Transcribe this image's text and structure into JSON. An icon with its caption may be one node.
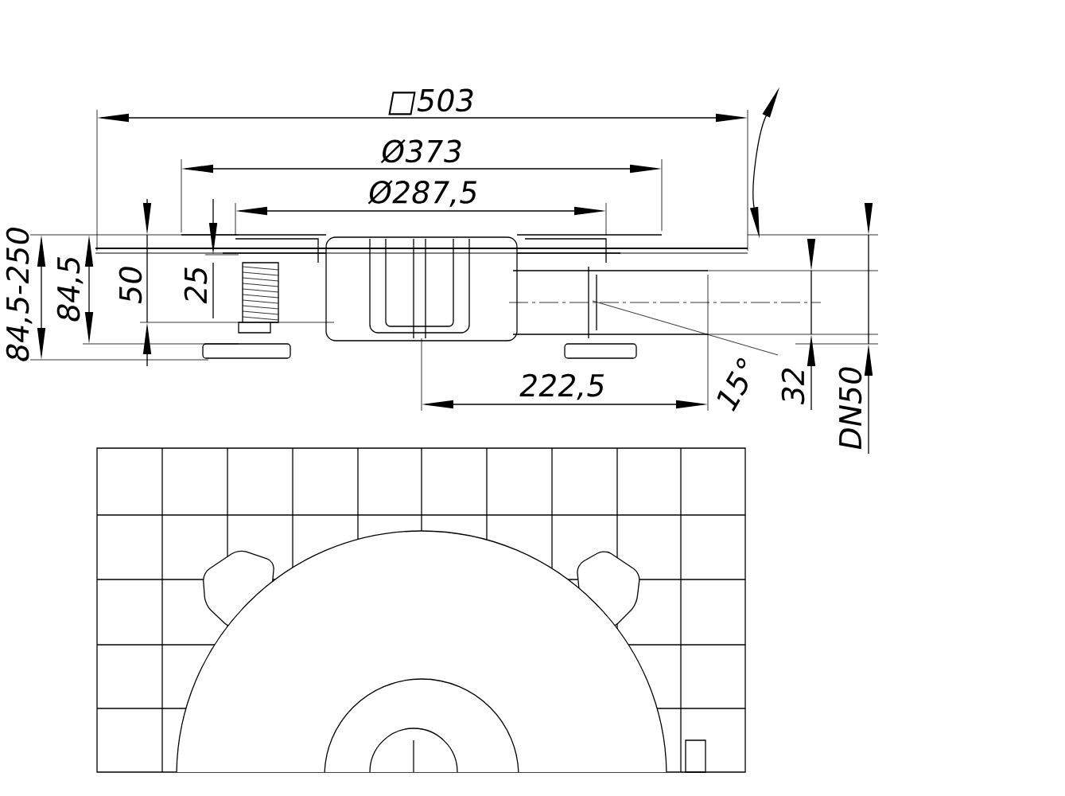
{
  "diagram": {
    "labels": [
      "□503",
      "Ø373",
      "Ø287,5",
      "84,5-250",
      "84,5",
      "50",
      "25",
      "222,5",
      "15°",
      "32",
      "DN50"
    ]
  }
}
